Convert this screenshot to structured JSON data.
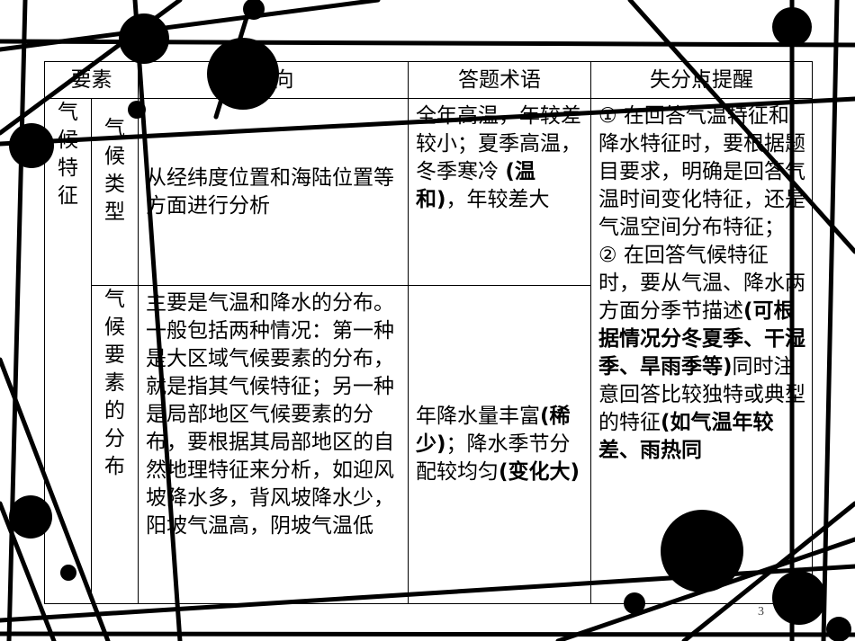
{
  "table": {
    "headers": [
      "要素",
      "方向",
      "答题术语",
      "失分点提醒"
    ],
    "category": "气候特征",
    "rows": [
      {
        "sub": "气候类型",
        "direction": "从经纬度位置和海陆位置等方面进行分析",
        "terms_a": "全年高温，年较差较小；夏季高温，冬季寒冷",
        "terms_b": "温和",
        "terms_c": "年较差大"
      },
      {
        "sub": "气候要素的分布",
        "direction": "主要是气温和降水的分布。一般包括两种情况：第一种是大区域气候要素的分布，就是指其气候特征；另一种是局部地区气候要素的分布，要根据其局部地区的自然地理特征来分析，如迎风坡降水多，背风坡降水少，阳坡气温高，阴坡气温低",
        "terms_a": "年降水量丰富",
        "terms_b": "稀少",
        "terms_c": "降水季节分配较均匀",
        "terms_d": "变化大"
      }
    ],
    "reminder": {
      "p1": "① 在回答气温特征和降水特征时，要根据题目要求，明确是回答气温时间变化特征，还是气温空间分布特征；",
      "p2_a": "② 在回答气候特征时，要从气温、降水两方面分季节描述",
      "p2_b": "可根据情况分冬夏季、干湿季、旱雨季等",
      "p2_c": "同时注意回答比较独特或典型的特征",
      "p2_d": "如气温年较差、雨热同"
    }
  },
  "page_number": "3"
}
